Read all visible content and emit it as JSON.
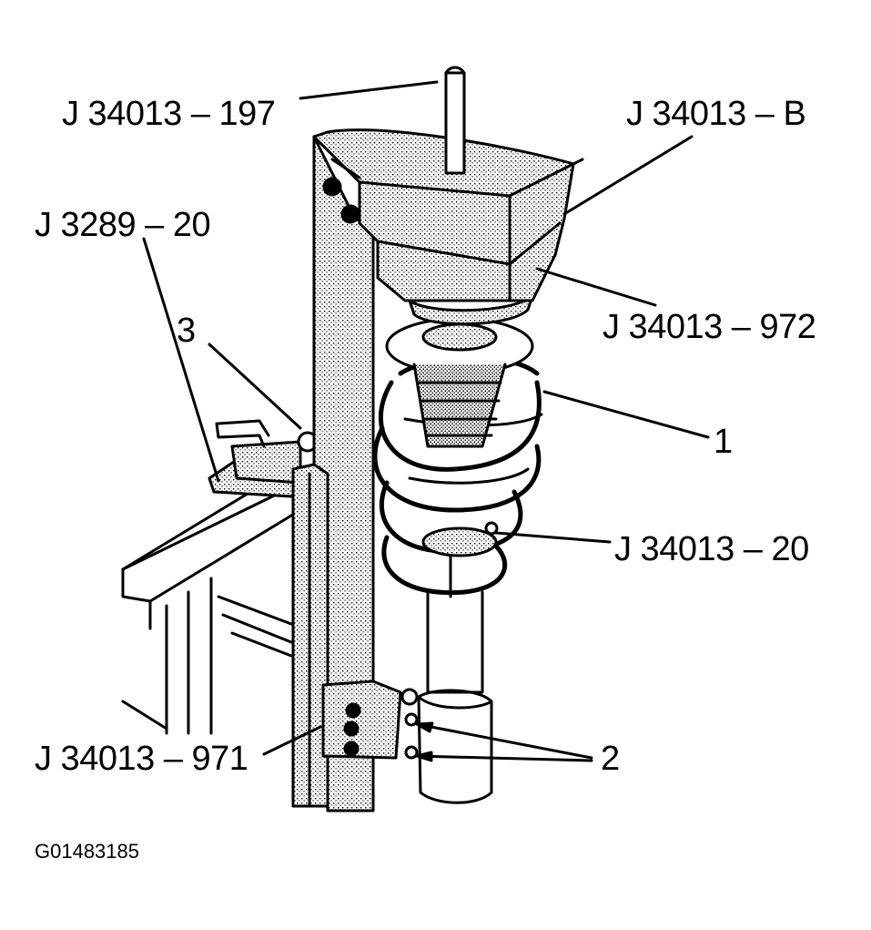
{
  "callouts": {
    "j34013_197": "J 34013 – 197",
    "j34013_b": "J 34013 – B",
    "j3289_20": "J 3289 – 20",
    "j34013_972": "J 34013 – 972",
    "num3": "3",
    "num1": "1",
    "j34013_20": "J 34013 – 20",
    "j34013_971": "J 34013 – 971",
    "num2": "2"
  },
  "figure_id": "G01483185"
}
